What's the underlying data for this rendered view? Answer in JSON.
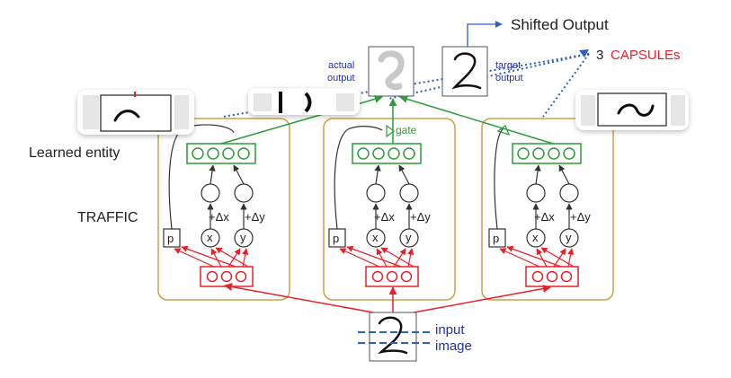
{
  "labels": {
    "shifted_output": "Shifted Output",
    "capsules_count": "3",
    "capsules_word": "CAPSULEs",
    "actual_output": [
      "actual",
      "output"
    ],
    "target_output": [
      "target",
      "output"
    ],
    "learned_entity": "Learned entity",
    "traffic": "TRAFFIC",
    "gate": "gate",
    "input_image": [
      "input",
      "image"
    ]
  },
  "capsule_nodes": {
    "p": "p",
    "x": "x",
    "y": "y",
    "delta_x": "+Δx",
    "delta_y": "+Δy"
  },
  "colors": {
    "red": "#e8202a",
    "green": "#2e9b3c",
    "blue": "#2d5fc0",
    "capsule_border": "#c8a24a",
    "text": "#1f1f1f"
  }
}
